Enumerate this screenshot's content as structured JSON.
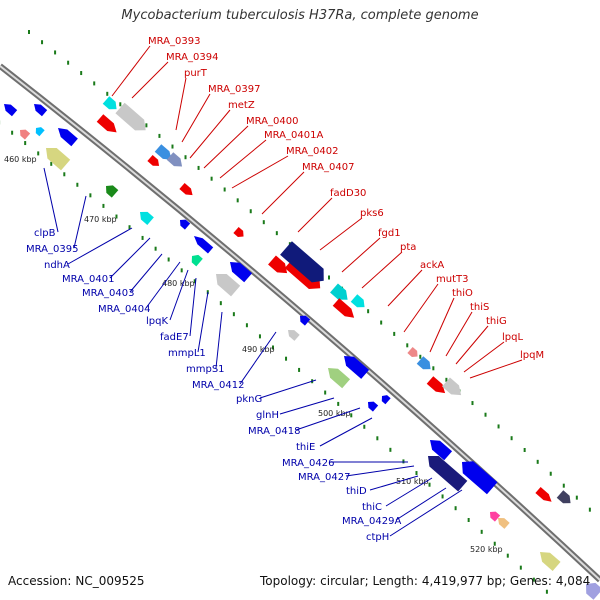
{
  "title": "Mycobacterium tuberculosis H37Ra, complete genome",
  "footer": {
    "accession_label": "Accession:",
    "accession": "NC_009525",
    "topology_label": "Topology:",
    "topology": "circular;",
    "length_label": "Length:",
    "length": "4,419,977 bp;",
    "genes_label": "Genes:",
    "genes": "4,084"
  },
  "colors": {
    "forward_gene": "#ee0000",
    "reverse_gene": "#0000ee",
    "backbone": "#777777",
    "tick": "#1a7a1a",
    "label_forward": "#cc0000",
    "label_reverse": "#0000aa"
  },
  "kbp_markers": [
    "460 kbp",
    "470 kbp",
    "480 kbp",
    "490 kbp",
    "500 kbp",
    "510 kbp",
    "520 kbp"
  ],
  "forward_labels": [
    "MRA_0393",
    "MRA_0394",
    "purT",
    "MRA_0397",
    "metZ",
    "MRA_0400",
    "MRA_0401A",
    "MRA_0402",
    "MRA_0407",
    "fadD30",
    "pks6",
    "fgd1",
    "pta",
    "ackA",
    "mutT3",
    "thiO",
    "thiS",
    "thiG",
    "lpqL",
    "lpqM"
  ],
  "reverse_labels": [
    "clpB",
    "MRA_0395",
    "ndhA",
    "MRA_0401",
    "MRA_0403",
    "MRA_0404",
    "lpqK",
    "fadE7",
    "mmpL1",
    "mmpS1",
    "MRA_0412",
    "pknG",
    "glnH",
    "MRA_0418",
    "thiE",
    "MRA_0426",
    "MRA_0427",
    "thiD",
    "thiC",
    "MRA_0429A",
    "ctpH"
  ]
}
